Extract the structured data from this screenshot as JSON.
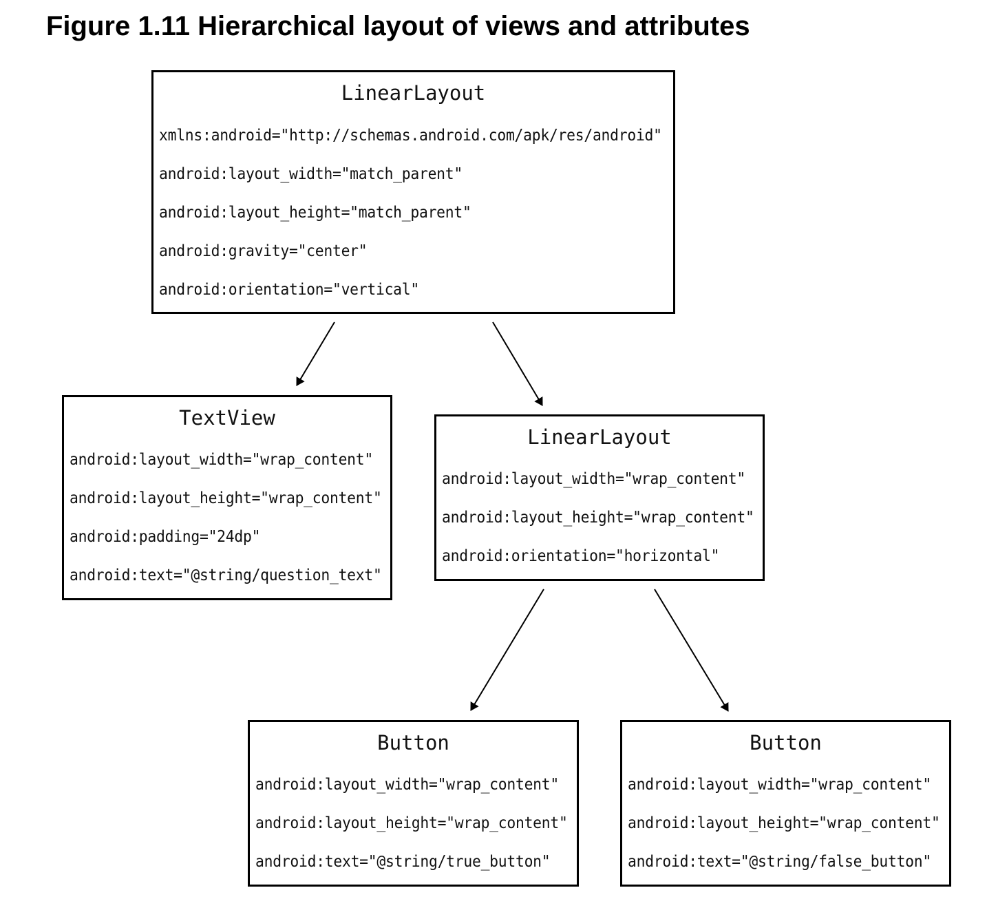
{
  "figure": {
    "title": "Figure 1.11  Hierarchical layout of views and attributes"
  },
  "nodes": {
    "root": {
      "title": "LinearLayout",
      "attributes": [
        "xmlns:android=\"http://schemas.android.com/apk/res/android\"",
        "android:layout_width=\"match_parent\"",
        "android:layout_height=\"match_parent\"",
        "android:gravity=\"center\"",
        "android:orientation=\"vertical\""
      ]
    },
    "textview": {
      "title": "TextView",
      "attributes": [
        "android:layout_width=\"wrap_content\"",
        "android:layout_height=\"wrap_content\"",
        "android:padding=\"24dp\"",
        "android:text=\"@string/question_text\""
      ]
    },
    "inner_layout": {
      "title": "LinearLayout",
      "attributes": [
        "android:layout_width=\"wrap_content\"",
        "android:layout_height=\"wrap_content\"",
        "android:orientation=\"horizontal\""
      ]
    },
    "true_button": {
      "title": "Button",
      "attributes": [
        "android:layout_width=\"wrap_content\"",
        "android:layout_height=\"wrap_content\"",
        "android:text=\"@string/true_button\""
      ]
    },
    "false_button": {
      "title": "Button",
      "attributes": [
        "android:layout_width=\"wrap_content\"",
        "android:layout_height=\"wrap_content\"",
        "android:text=\"@string/false_button\""
      ]
    }
  },
  "edges": [
    {
      "from": "root",
      "to": "textview"
    },
    {
      "from": "root",
      "to": "inner_layout"
    },
    {
      "from": "inner_layout",
      "to": "true_button"
    },
    {
      "from": "inner_layout",
      "to": "false_button"
    }
  ]
}
